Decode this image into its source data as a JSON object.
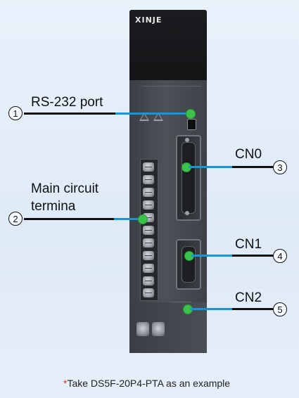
{
  "device": {
    "brand": "XINJE"
  },
  "callouts": [
    {
      "number": "1",
      "label": "RS-232 port"
    },
    {
      "number": "2",
      "label_line1": "Main circuit",
      "label_line2": "termina"
    },
    {
      "number": "3",
      "label": "CN0"
    },
    {
      "number": "4",
      "label": "CN1"
    },
    {
      "number": "5",
      "label": "CN2"
    }
  ],
  "footnote": {
    "marker": "*",
    "text": "Take DS5F-20P4-PTA as an example"
  },
  "colors": {
    "leader_line": "#111111",
    "leader_accent": "#1596d8",
    "anchor_dot": "#3cc24a",
    "footnote_marker": "#e0301e"
  }
}
